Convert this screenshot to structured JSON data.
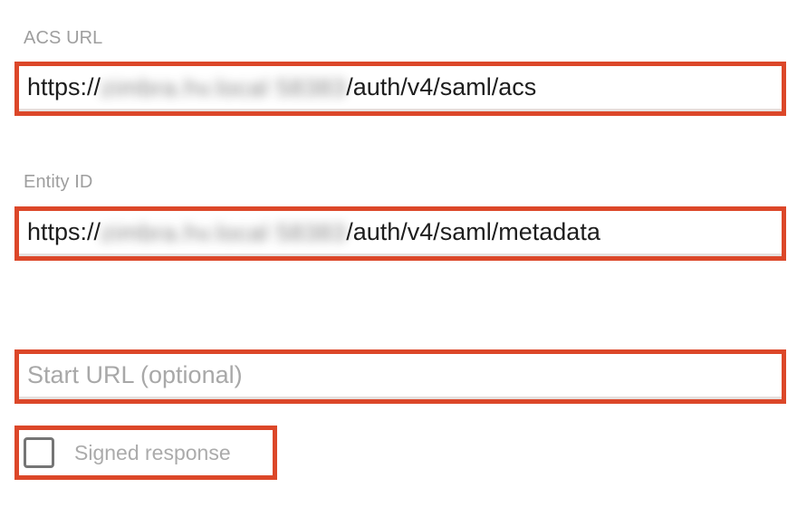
{
  "page": {
    "background": "#ffffff",
    "annotation_color": "#dc4729",
    "label_color": "#9e9e9e",
    "placeholder_color": "#a8a8a8",
    "value_color": "#1d1d1d"
  },
  "fields": {
    "acs_url": {
      "label": "ACS URL",
      "value_prefix": "https://",
      "value_redacted": "redacted-host-and-port",
      "value_suffix": "/auth/v4/saml/acs",
      "highlighted": true
    },
    "entity_id": {
      "label": "Entity ID",
      "value_prefix": "https://",
      "value_redacted": "redacted-host-and-port",
      "value_suffix": "/auth/v4/saml/metadata",
      "highlighted": true
    },
    "start_url": {
      "label": "",
      "placeholder": "Start URL (optional)",
      "value": "",
      "highlighted": true
    }
  },
  "checkbox": {
    "label": "Signed response",
    "checked": false,
    "highlighted": true,
    "icon": "checkbox-unchecked-icon"
  }
}
